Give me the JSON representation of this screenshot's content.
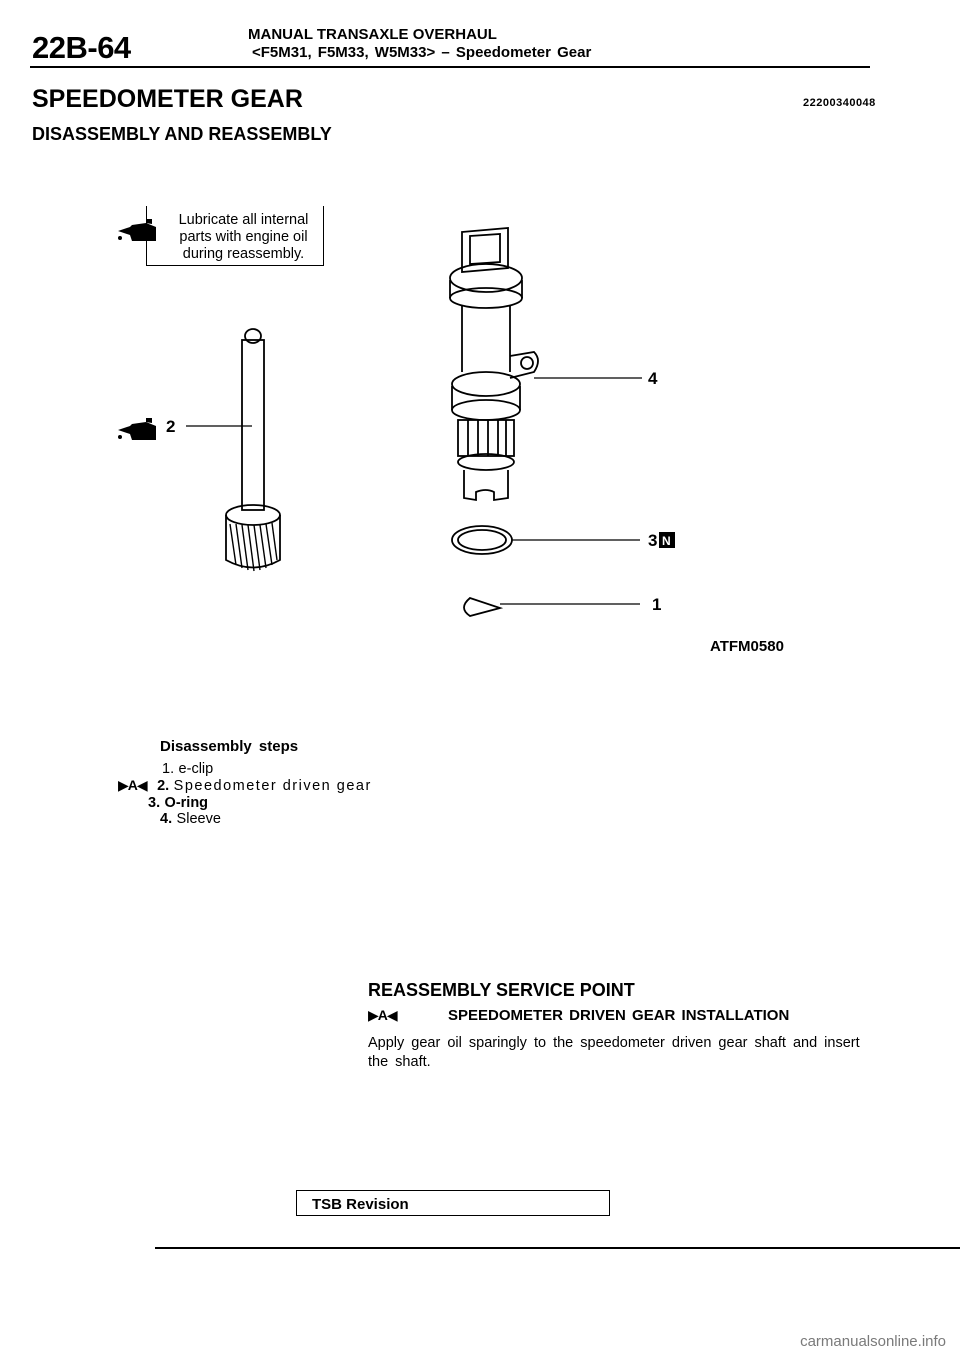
{
  "header": {
    "page_number": "22B-64",
    "title": "MANUAL TRANSAXLE OVERHAUL",
    "subtitle": "<F5M31, F5M33, W5M33> – Speedometer Gear"
  },
  "section": {
    "title": "SPEEDOMETER GEAR",
    "code": "22200340048",
    "subtitle": "DISASSEMBLY AND REASSEMBLY"
  },
  "note": {
    "line1": "Lubricate all internal",
    "line2": "parts with engine oil",
    "line3": "during reassembly."
  },
  "figure": {
    "code": "ATFM0580",
    "callouts": [
      "4",
      "2",
      "3",
      "N",
      "1"
    ]
  },
  "steps": {
    "title": "Disassembly steps",
    "items": [
      {
        "marker": "",
        "number": "1.",
        "label": "e-clip"
      },
      {
        "marker": "▶A◀",
        "number": "2.",
        "label": "Speedometer driven gear"
      },
      {
        "marker": "",
        "number": "3.",
        "label": "O-ring"
      },
      {
        "marker": "",
        "number": "4.",
        "label": "Sleeve"
      }
    ]
  },
  "service": {
    "title": "REASSEMBLY SERVICE POINT",
    "marker": "▶A◀",
    "subtitle": "SPEEDOMETER DRIVEN GEAR INSTALLATION",
    "body": "Apply gear oil sparingly to the speedometer driven gear shaft and insert the shaft."
  },
  "footer": {
    "tsb": "TSB Revision",
    "watermark": "carmanualsonline.info"
  }
}
